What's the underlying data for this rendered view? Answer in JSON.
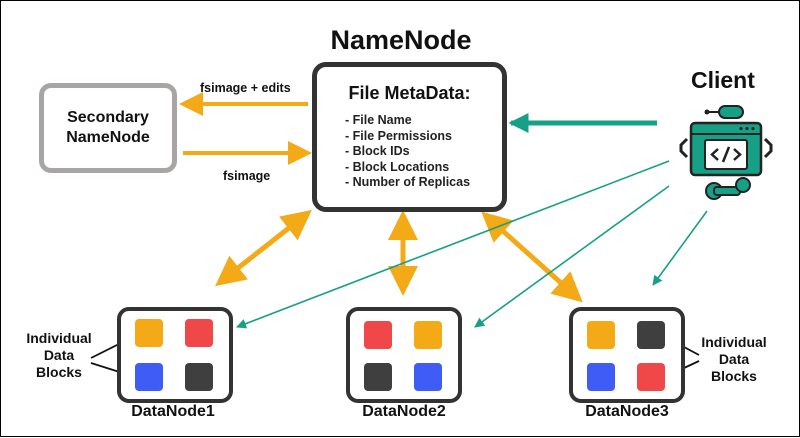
{
  "title": "NameNode",
  "secondary": {
    "line1": "Secondary",
    "line2": "NameNode"
  },
  "name_node": {
    "heading": "File MetaData:",
    "items": [
      "- File Name",
      "- File Permissions",
      "- Block IDs",
      "- Block Locations",
      "- Number of Replicas"
    ]
  },
  "edges": {
    "top_label": "fsimage + edits",
    "bottom_label": "fsimage"
  },
  "client": {
    "title": "Client"
  },
  "data_nodes": [
    {
      "label": "DataNode1",
      "blocks": [
        "orange",
        "red",
        "blue",
        "dark"
      ]
    },
    {
      "label": "DataNode2",
      "blocks": [
        "red",
        "orange",
        "dark",
        "blue"
      ]
    },
    {
      "label": "DataNode3",
      "blocks": [
        "orange",
        "dark",
        "blue",
        "red"
      ]
    }
  ],
  "block_labels": {
    "left": [
      "Individual",
      "Data",
      "Blocks"
    ],
    "right": [
      "Individual",
      "Data",
      "Blocks"
    ]
  },
  "colors": {
    "orange": "#f4a917",
    "red": "#f04848",
    "blue": "#3f5df6",
    "dark": "#3f3f3f",
    "teal": "#16a085",
    "gray_border": "#a9a5a5"
  }
}
